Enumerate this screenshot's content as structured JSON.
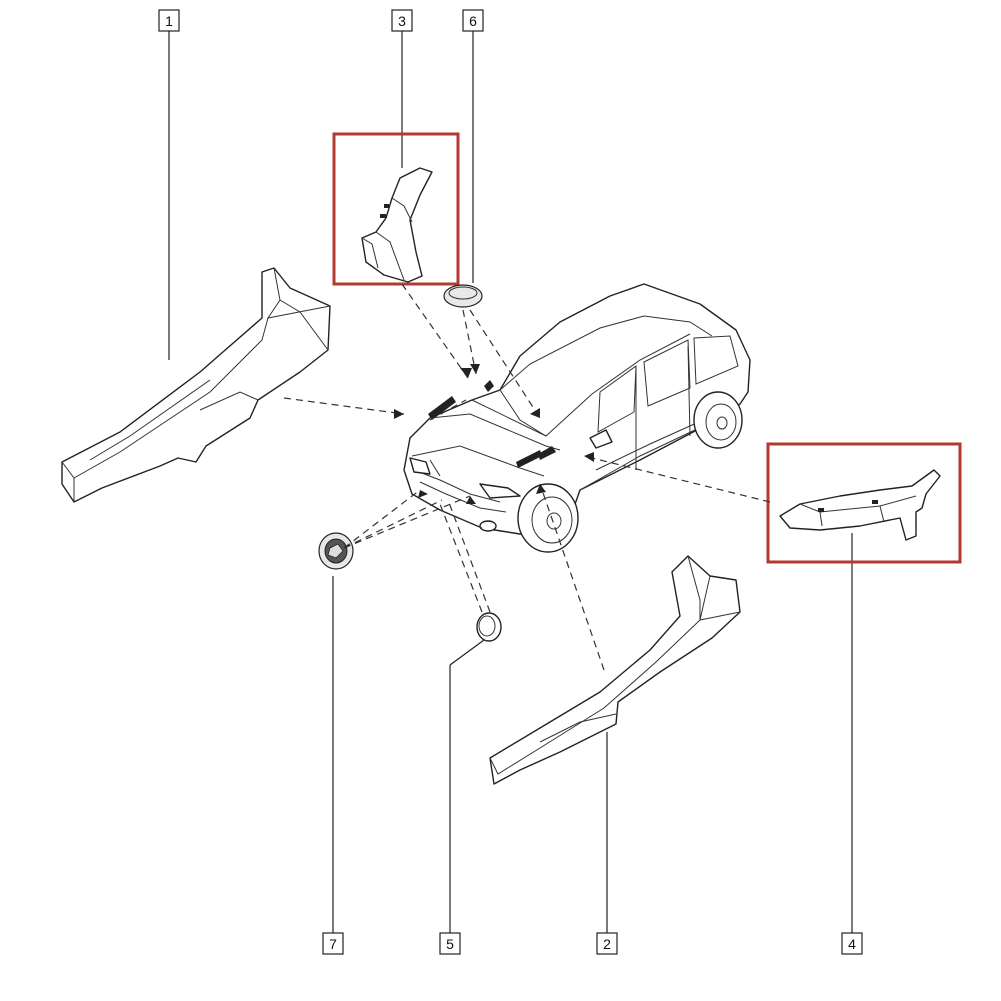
{
  "colors": {
    "highlight": "#b23a32",
    "line": "#222222"
  },
  "callouts": [
    {
      "id": "1",
      "text": "1"
    },
    {
      "id": "2",
      "text": "2"
    },
    {
      "id": "3",
      "text": "3"
    },
    {
      "id": "4",
      "text": "4"
    },
    {
      "id": "5",
      "text": "5"
    },
    {
      "id": "6",
      "text": "6"
    },
    {
      "id": "7",
      "text": "7"
    }
  ],
  "highlighted_parts": [
    "3",
    "4"
  ]
}
